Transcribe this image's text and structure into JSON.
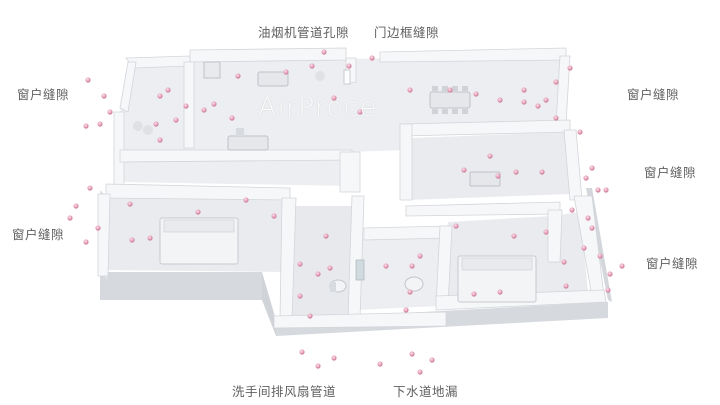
{
  "watermark": "AirProce",
  "labels": {
    "range_hood_duct": "油烟机管道孔隙",
    "door_frame_gap": "门边框缝隙",
    "window_gap": "窗户缝隙",
    "bathroom_fan_duct": "洗手间排风扇管道",
    "floor_drain": "下水道地漏"
  },
  "colors": {
    "leak_dot": "#e4a0b6",
    "wall_top": "#f5f6f8",
    "wall_side": "#d9dce1",
    "floor": "#eceef1",
    "label_text": "#5f5f5f"
  }
}
